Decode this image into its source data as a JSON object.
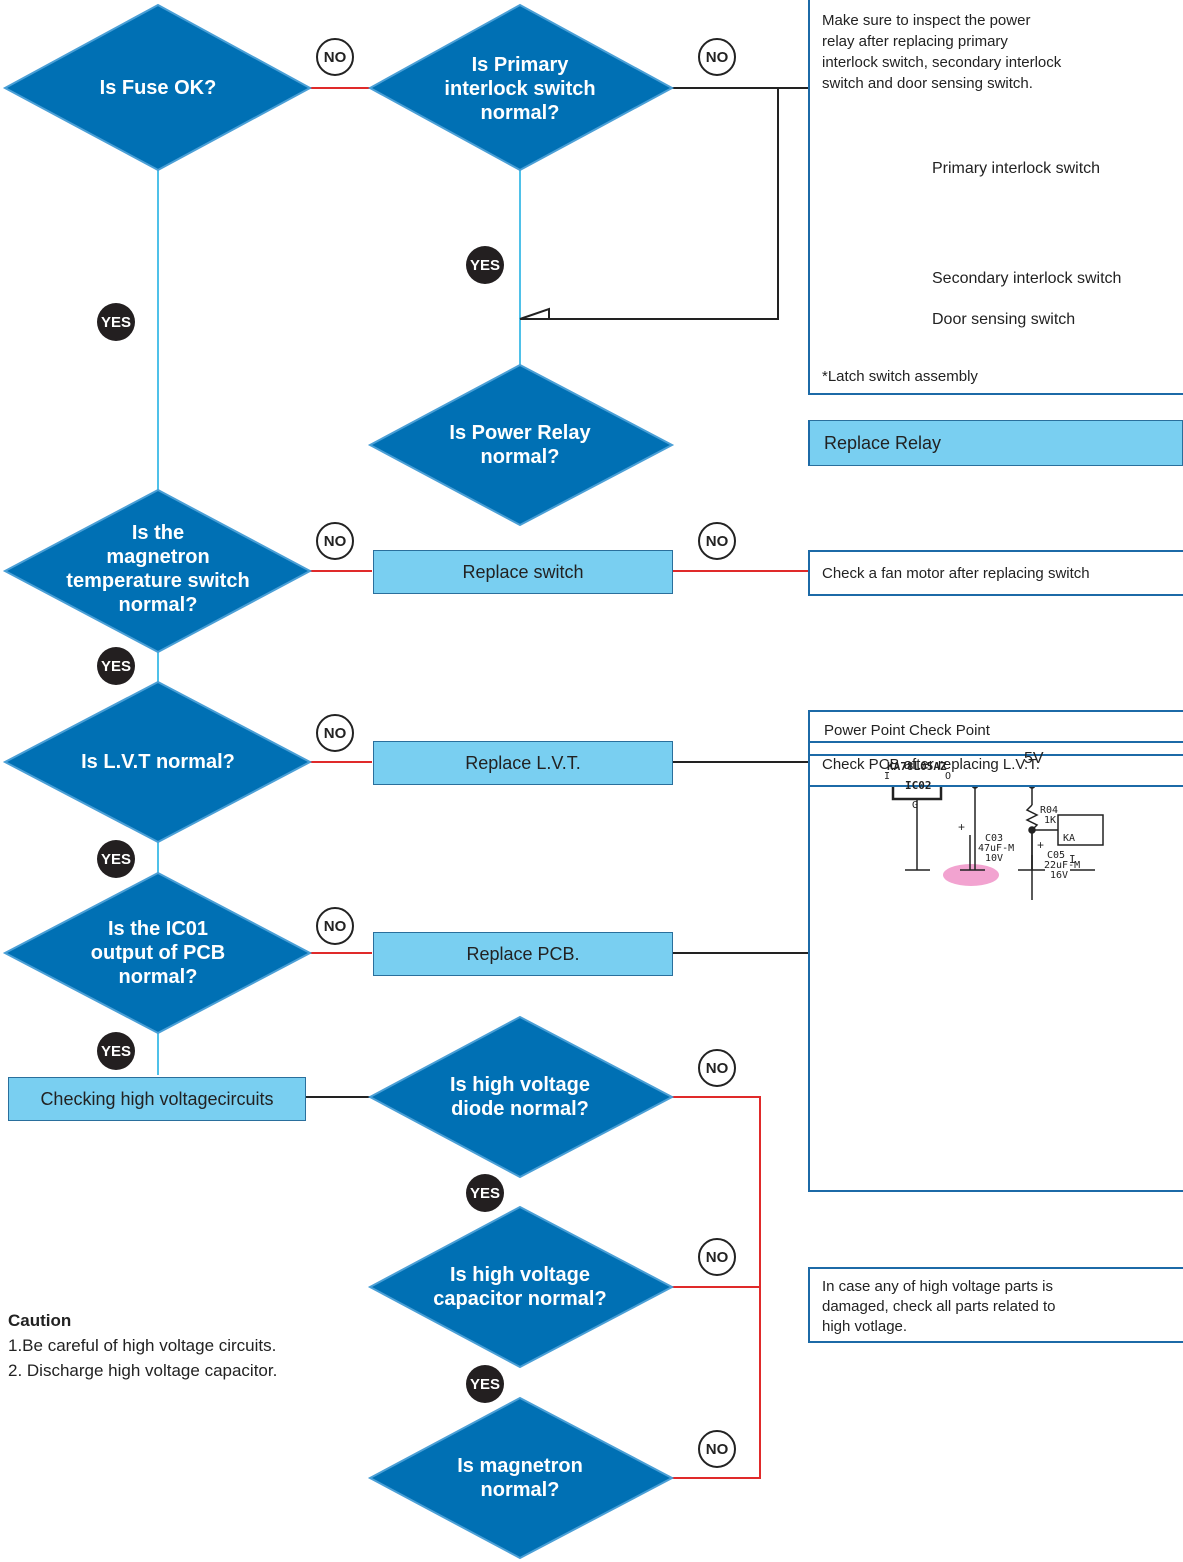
{
  "diamonds": [
    {
      "id": "fuse",
      "lines": [
        "Is Fuse OK?"
      ]
    },
    {
      "id": "primary",
      "lines": [
        "Is Primary",
        "interlock switch",
        "normal?"
      ]
    },
    {
      "id": "relay",
      "lines": [
        "Is Power Relay",
        "normal?"
      ]
    },
    {
      "id": "magtemp",
      "lines": [
        "Is the",
        "magnetron",
        "temperature switch",
        "normal?"
      ]
    },
    {
      "id": "lvt",
      "lines": [
        "Is L.V.T normal?"
      ]
    },
    {
      "id": "ic01",
      "lines": [
        "Is the IC01",
        "output of PCB",
        "normal?"
      ]
    },
    {
      "id": "hvdiode",
      "lines": [
        "Is high voltage",
        "diode normal?"
      ]
    },
    {
      "id": "hvcap",
      "lines": [
        "Is high voltage",
        "capacitor normal?"
      ]
    },
    {
      "id": "magnetron",
      "lines": [
        "Is magnetron",
        "normal?"
      ]
    }
  ],
  "actions": {
    "replace_relay": "Replace Relay",
    "replace_switch": "Replace switch",
    "replace_lvt": "Replace L.V.T.",
    "replace_pcb": "Replace PCB.",
    "checking_hv": "Checking high voltagecircuits"
  },
  "notes": {
    "interlock_lines": [
      "Make sure to inspect the power",
      "relay after replacing primary",
      "interlock switch, secondary interlock",
      "switch and door sensing switch."
    ],
    "primary_label": "Primary interlock switch",
    "secondary_label": "Secondary interlock switch",
    "door_label": "Door sensing switch",
    "latch_label": "*Latch switch assembly",
    "fan_motor": "Check a fan motor after replacing switch",
    "check_pcb": "Check PCB after replacing L.V.T.",
    "power_point_title": "Power Point Check Point",
    "hv_damage_lines": [
      "In case any of high voltage parts is",
      "damaged, check all parts related to",
      "high votlage."
    ]
  },
  "schematic": {
    "chip_part": "KA78L05AZ",
    "chip_name": "IC02",
    "pin_in": "I",
    "pin_out": "O",
    "pin_gnd": "G",
    "v5": "5V",
    "r04_name": "R04",
    "r04_value": "1K",
    "ka_label": "KA",
    "i_label": "I",
    "c03_name": "C03",
    "c03_value": "47uF-M",
    "c03_volt": "10V",
    "c05_name": "C05",
    "c05_value": "22uF-M",
    "c05_volt": "16V",
    "plus": "+"
  },
  "badges": {
    "no": "NO",
    "yes": "YES"
  },
  "caution": {
    "title": "Caution",
    "line1": "1.Be careful of high voltage circuits.",
    "line2": "2. Discharge high voltage capacitor."
  },
  "colors": {
    "diamond_fill": "#0070b4",
    "diamond_stroke": "#4a9fd6",
    "action_fill": "#79cff1",
    "blue_line": "#4fc1e9",
    "red_line": "#e02a2a",
    "highlight": "#f2a3d0"
  }
}
